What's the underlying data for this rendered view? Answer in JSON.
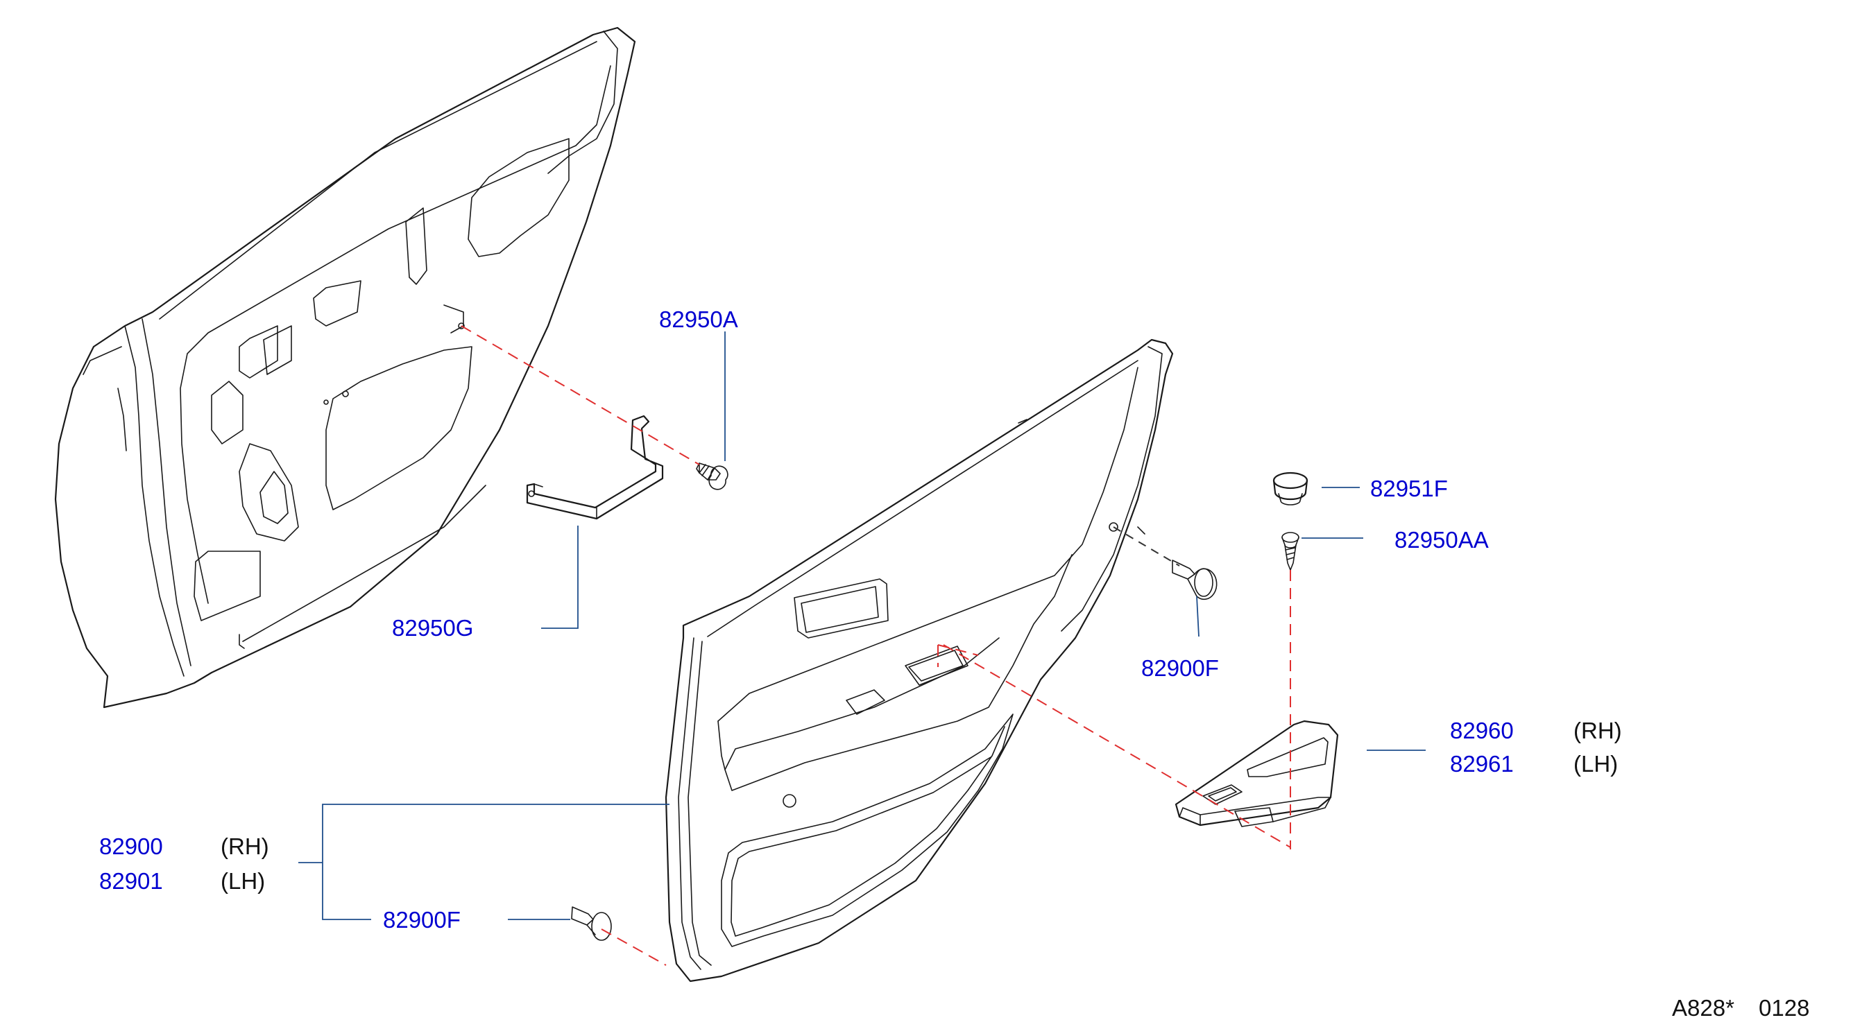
{
  "colors": {
    "part_number": "#0000d0",
    "leader": "#1f4e8c",
    "hidden_line": "#e03030",
    "ink": "#1a1a1a"
  },
  "labels": {
    "clip_top": "82950A",
    "bracket": "82950G",
    "plug": "82951F",
    "screw": "82950AA",
    "clip_right": "82900F",
    "switch_rh": "82960",
    "switch_rh_side": "(RH)",
    "switch_lh": "82961",
    "switch_lh_side": "(LH)",
    "trim_rh": "82900",
    "trim_rh_side": "(RH)",
    "trim_lh": "82901",
    "trim_lh_side": "(LH)",
    "clip_bottom": "82900F"
  },
  "footer": {
    "code": "A828*",
    "number": "0128"
  }
}
